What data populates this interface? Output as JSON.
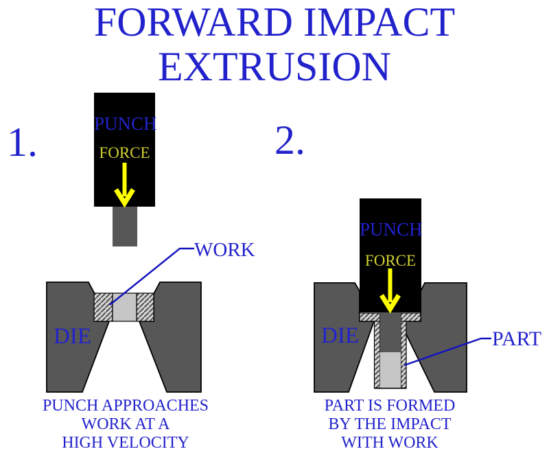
{
  "title": {
    "line1": "FORWARD IMPACT",
    "line2": "EXTRUSION"
  },
  "stages": {
    "stage1": {
      "number": "1.",
      "punch_label": "PUNCH",
      "force_label": "FORCE",
      "work_label": "WORK",
      "die_label": "DIE",
      "caption": [
        "PUNCH APPROACHES",
        "WORK AT A",
        "HIGH VELOCITY"
      ]
    },
    "stage2": {
      "number": "2.",
      "punch_label": "PUNCH",
      "force_label": "FORCE",
      "part_label": "PART",
      "die_label": "DIE",
      "caption": [
        "PART IS FORMED",
        "BY THE IMPACT",
        "WITH WORK"
      ]
    }
  },
  "colors": {
    "background": "#FFFFFF",
    "text_blue": "#2222CC",
    "leader_blue": "#1414BD",
    "arrow_yellow": "#FFFF00",
    "force_text_yellow": "#D2D232",
    "punch_black": "#000000",
    "die_gray": "#575757",
    "rod_gray": "#575757",
    "slug_gray": "#C6C6C6",
    "hatch_bg": "#D2D2D2",
    "hatch_line": "#404040"
  }
}
